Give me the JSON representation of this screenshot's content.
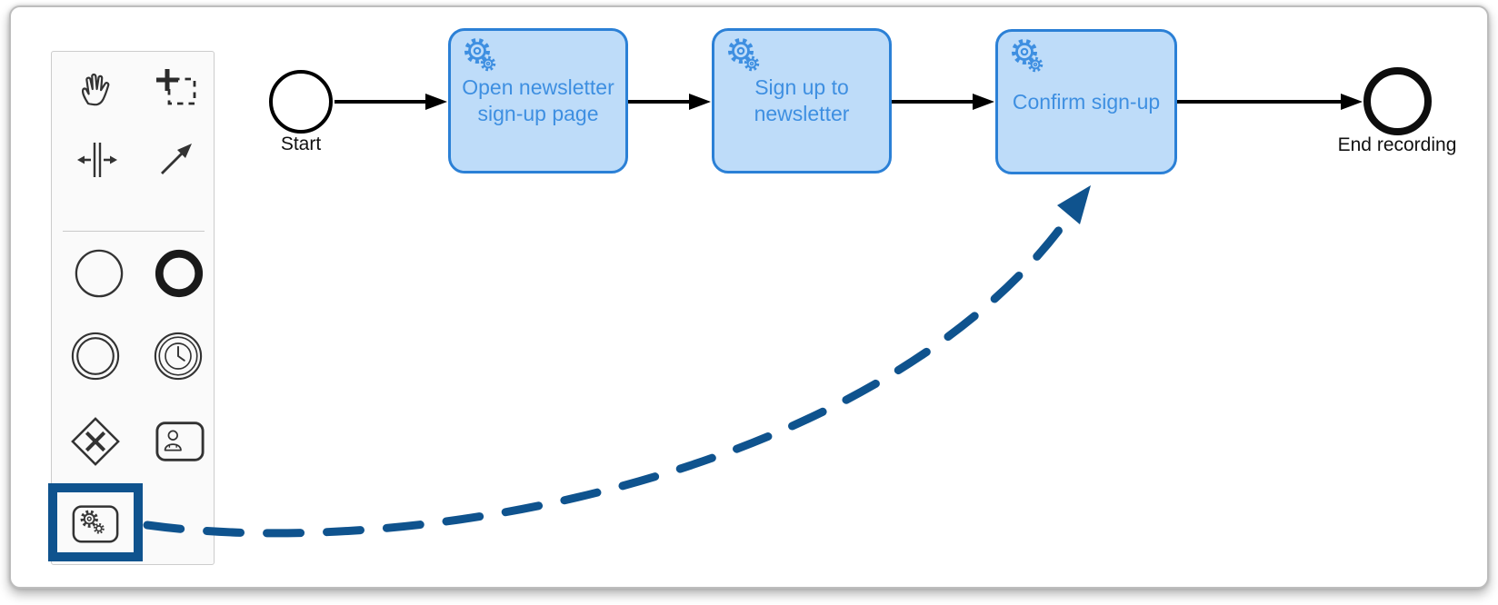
{
  "window": {
    "type": "bpmn-modeler-canvas"
  },
  "palette": {
    "items": [
      {
        "id": "hand-tool",
        "icon": "hand-icon"
      },
      {
        "id": "lasso-tool",
        "icon": "lasso-icon"
      },
      {
        "id": "space-tool",
        "icon": "space-icon"
      },
      {
        "id": "global-connect-tool",
        "icon": "connect-arrow-icon"
      },
      {
        "id": "create-start-event",
        "icon": "start-event-icon"
      },
      {
        "id": "create-end-event",
        "icon": "end-event-icon"
      },
      {
        "id": "create-intermediate-event",
        "icon": "intermediate-event-icon"
      },
      {
        "id": "create-timer-event",
        "icon": "timer-event-icon"
      },
      {
        "id": "create-gateway",
        "icon": "gateway-icon"
      },
      {
        "id": "create-user-task",
        "icon": "user-task-icon"
      },
      {
        "id": "create-service-task",
        "icon": "service-task-icon",
        "highlighted": true
      }
    ]
  },
  "diagram": {
    "start_event": {
      "label": "Start"
    },
    "tasks": [
      {
        "label": "Open newsletter sign-up page",
        "type": "service-task",
        "marker_icon": "gears-icon"
      },
      {
        "label": "Sign up to newsletter",
        "type": "service-task",
        "marker_icon": "gears-icon"
      },
      {
        "label": "Confirm sign-up",
        "type": "service-task",
        "marker_icon": "gears-icon"
      }
    ],
    "end_event": {
      "label": "End recording"
    },
    "flow_count": 4
  },
  "annotation": {
    "type": "dashed-curved-arrow",
    "from": "service-task-palette-item",
    "to": "confirm-sign-up-task"
  },
  "colors": {
    "task_fill": "#bedcf9",
    "task_border": "#2b80d6",
    "task_text": "#3e8fe1",
    "flow_stroke": "#000000",
    "annotation_blue": "#0f538e",
    "palette_bg": "#fafafa",
    "frame_border": "#bdbdbd"
  }
}
